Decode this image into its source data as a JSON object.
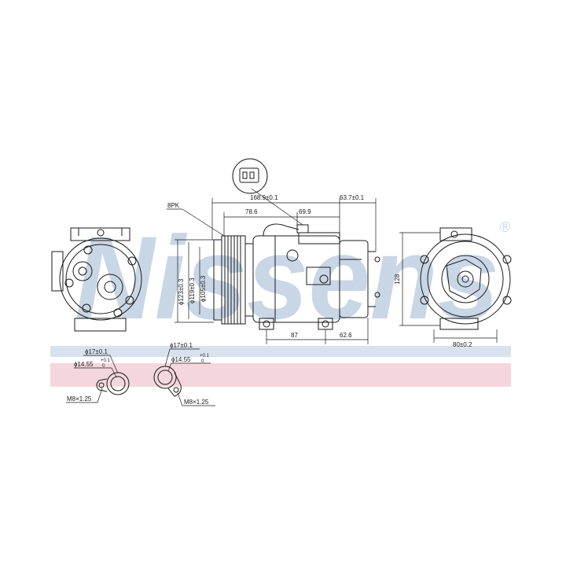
{
  "brand": {
    "text": "Nissens",
    "registered_mark": "®",
    "accent_colors": {
      "watermark_blue": "#c9d6e6",
      "band_blue": "#d7e2ee",
      "band_pink": "#f4d7dc"
    }
  },
  "labels": {
    "belt": "8PK",
    "dia_123": "ϕ123±0.3",
    "dia_119": "ϕ119±0.3",
    "dia_105": "ϕ105±0.3",
    "len_168": "168.9±0.1",
    "len_78": "78.6",
    "len_69": "69.9",
    "len_63": "63.7±0.1",
    "len_87": "87",
    "len_62": "62.6",
    "height_128": "128",
    "width_80": "80±0.2",
    "port_left": {
      "dia_17": "ϕ17±0.1",
      "dia_14": "ϕ14.55",
      "tol_upper": "+0.1",
      "tol_lower": "0",
      "thread": "M8×1.25"
    },
    "port_right": {
      "dia_17": "ϕ17±0.1",
      "dia_14": "ϕ14.55",
      "tol_upper": "+0.1",
      "tol_lower": "0",
      "thread": "M8×1.25"
    }
  }
}
